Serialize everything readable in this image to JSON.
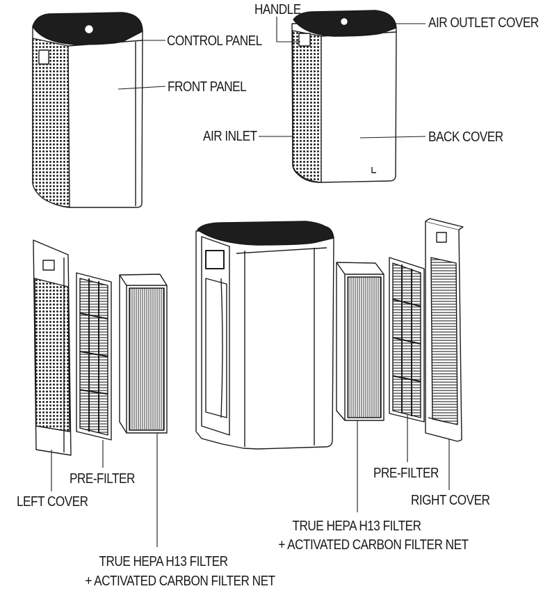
{
  "labels": {
    "control_panel": "CONTROL PANEL",
    "front_panel": "FRONT PANEL",
    "handle": "HANDLE",
    "air_outlet_cover": "AIR OUTLET COVER",
    "air_inlet": "AIR INLET",
    "back_cover": "BACK COVER",
    "pre_filter_left": "PRE-FILTER",
    "left_cover": "LEFT COVER",
    "hepa_left_line1": "TRUE HEPA H13 FILTER",
    "hepa_left_line2": "+ ACTIVATED CARBON FILTER NET",
    "pre_filter_right": "PRE-FILTER",
    "right_cover": "RIGHT COVER",
    "hepa_right_line1": "TRUE HEPA H13 FILTER",
    "hepa_right_line2": "+ ACTIVATED CARBON FILTER NET"
  },
  "colors": {
    "stroke": "#1a1a1a",
    "fill": "#ffffff",
    "dark": "#222222"
  }
}
